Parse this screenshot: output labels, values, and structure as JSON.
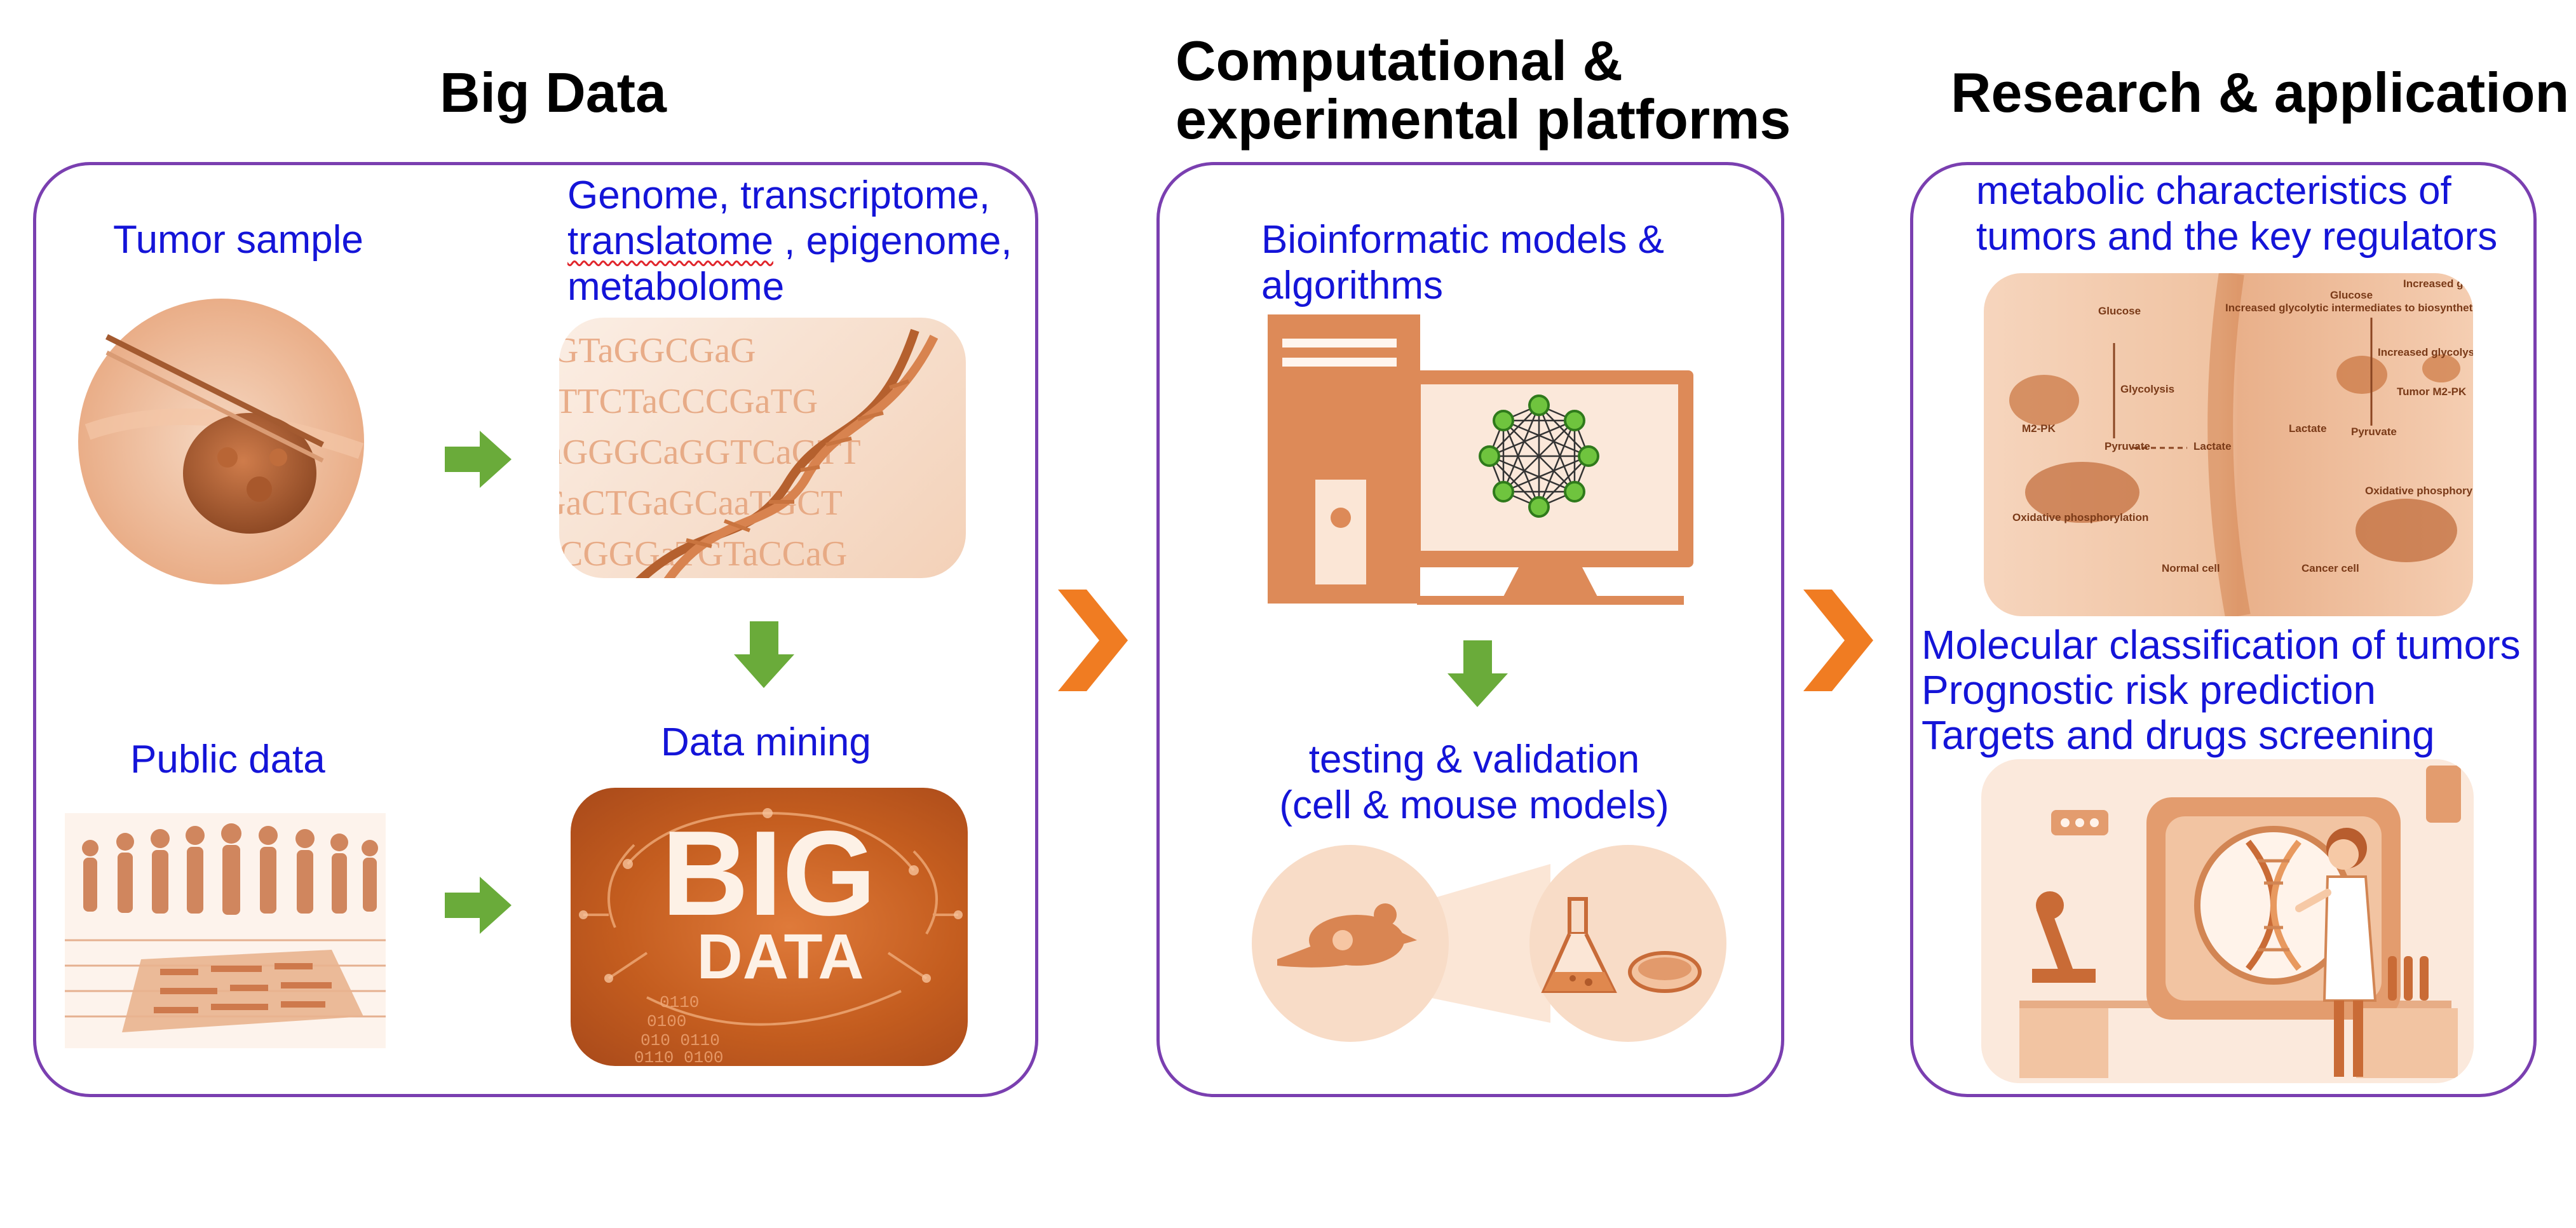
{
  "sections": {
    "big_data": {
      "title": "Big Data"
    },
    "platforms": {
      "title_line1": "Computational &",
      "title_line2": "experimental platforms"
    },
    "research": {
      "title": "Research & application"
    }
  },
  "big_data": {
    "tumor_sample": "Tumor sample",
    "omics_line1": "Genome, transcriptome,",
    "omics_line2_word": "translatome",
    "omics_line2_rest": " , epigenome,",
    "omics_line3": "metabolome",
    "public_data": "Public data",
    "data_mining": "Data mining",
    "big_word": "BIG",
    "data_word": "DATA",
    "dna_letters": [
      "GTaGGCGaG",
      "ATTCTaCCCGaTG",
      "aGGGCaGGTCaGTT",
      "GaCTGaGCaaTGCT",
      "CGGGaTGTaCCaG"
    ],
    "binary": [
      "0110",
      "0100",
      "010 0110",
      "0110 0100"
    ]
  },
  "platforms": {
    "models_line1": "Bioinformatic models &",
    "models_line2": "algorithms",
    "testing_line1": "testing & validation",
    "testing_line2": "(cell & mouse models)"
  },
  "research": {
    "metabolic_line1": "metabolic characteristics of",
    "metabolic_line2": "tumors and the key regulators",
    "items": [
      "Molecular classification of tumors",
      "Prognostic risk prediction",
      "Targets and drugs screening"
    ],
    "figure_labels": {
      "glucose_left": "Glucose",
      "glucose_right": "Glucose",
      "increased_uptake": "Increased glucose uptake",
      "increased_intermediates": "Increased glycolytic intermediates to biosynthetic pathways",
      "increased_glycolysis": "Increased glycolysis",
      "glycolysis": "Glycolysis",
      "m2pk": "M2-PK",
      "tumor_m2pk": "Tumor M2-PK",
      "pyruvate_left": "Pyruvate",
      "pyruvate_right": "Pyruvate",
      "lactate_left": "Lactate",
      "lactate_right": "Lactate",
      "oxphos_left": "Oxidative phosphorylation",
      "oxphos_right": "Oxidative phosphorylation",
      "normal_cell": "Normal cell",
      "cancer_cell": "Cancer cell"
    }
  },
  "colors": {
    "panel_border": "#7a3fb0",
    "text_blue": "#1414d8",
    "arrow_green": "#6aab3a",
    "chevron_orange": "#f07c22",
    "image_tint": "#d9824a"
  }
}
